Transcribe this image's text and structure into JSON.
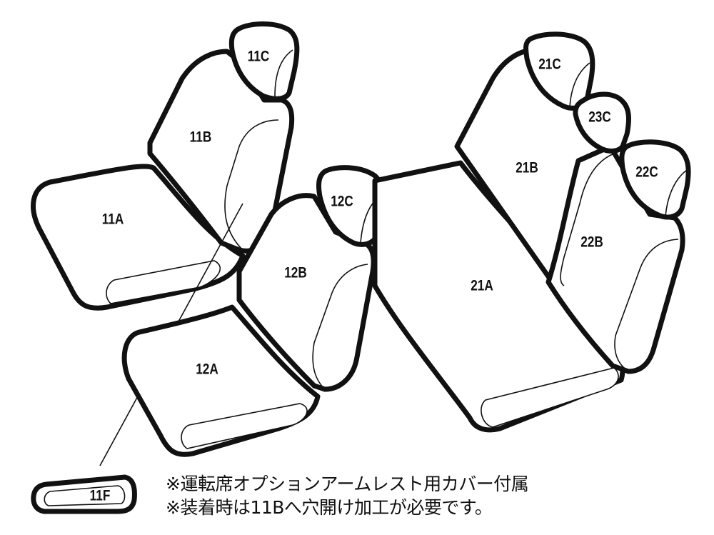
{
  "parts": {
    "p11A": "11A",
    "p11B": "11B",
    "p11C": "11C",
    "p11F": "11F",
    "p12A": "12A",
    "p12B": "12B",
    "p12C": "12C",
    "p21A": "21A",
    "p21B": "21B",
    "p21C": "21C",
    "p22B": "22B",
    "p22C": "22C",
    "p23C": "23C"
  },
  "notes": [
    "※運転席オプションアームレスト用カバー付属",
    "※装着時は11Bへ穴開け加工が必要です。"
  ]
}
